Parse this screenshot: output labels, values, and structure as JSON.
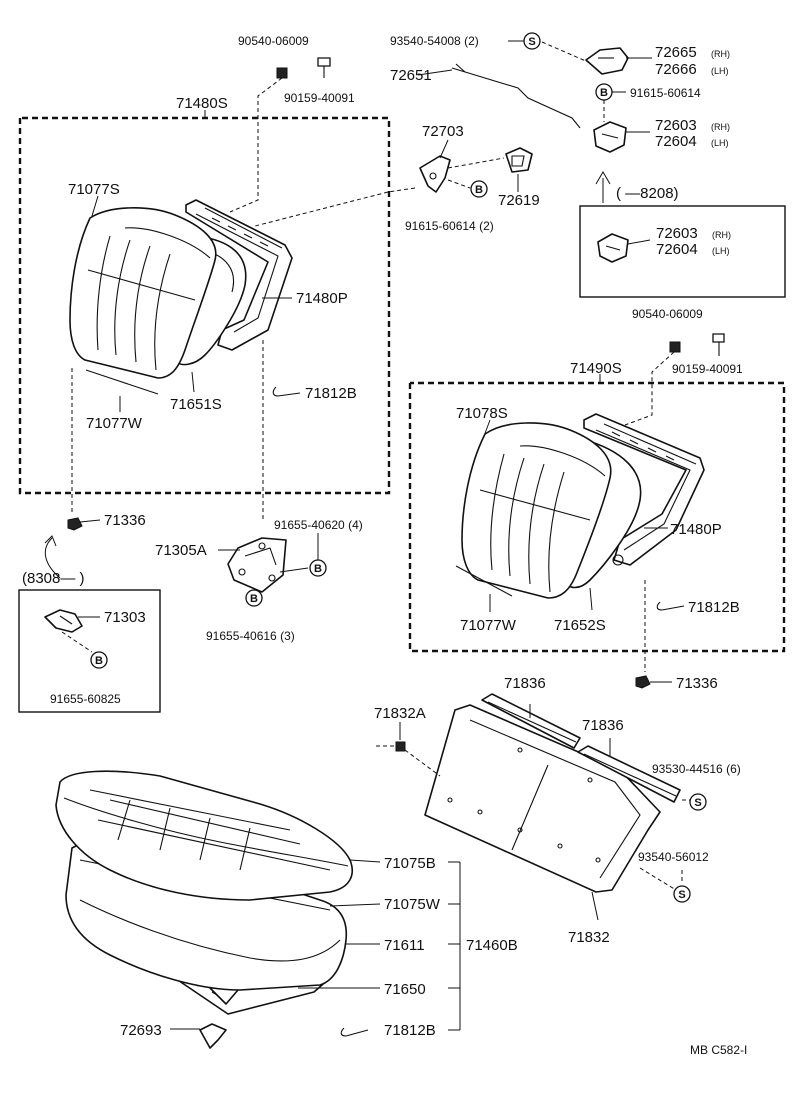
{
  "labels": {
    "p90540_06009_top": "90540-06009",
    "p90159_40091_top": "90159-40091",
    "p71480S": "71480S",
    "p71077S": "71077S",
    "p71480P_top": "71480P",
    "p71651S": "71651S",
    "p71077W_top": "71077W",
    "p71812B_top": "71812B",
    "p71336_left": "71336",
    "p71305A": "71305A",
    "p91655_40620": "91655-40620 (4)",
    "p91655_40616": "91655-40616 (3)",
    "range_left": "(8308—      )",
    "p71303": "71303",
    "p91655_60825": "91655-60825",
    "p93540_54008": "93540-54008 (2)",
    "p72665": "72665",
    "p72666": "72666",
    "p72651": "72651",
    "p91615_60614_top": "91615-60614",
    "p72703": "72703",
    "p72603": "72603",
    "p72604": "72604",
    "p72619": "72619",
    "p91615_60614_2": "91615-60614 (2)",
    "range_right": "(      —8208)",
    "p72603_box": "72603",
    "p72604_box": "72604",
    "p90540_06009_mid": "90540-06009",
    "p90159_40091_mid": "90159-40091",
    "p71490S": "71490S",
    "p71078S": "71078S",
    "p71480P_mid": "71480P",
    "p71812B_mid": "71812B",
    "p71077W_mid": "71077W",
    "p71652S": "71652S",
    "p71336_mid": "71336",
    "p71836_a": "71836",
    "p71832A": "71832A",
    "p71836_b": "71836",
    "p93530_44516": "93530-44516 (6)",
    "p93540_56012": "93540-56012",
    "p71832": "71832",
    "p71075B": "71075B",
    "p71075W": "71075W",
    "p71611": "71611",
    "p71460B": "71460B",
    "p71650": "71650",
    "p72693": "72693",
    "p71812B_bot": "71812B",
    "diagram_code": "MB  C582-I",
    "rh": "(RH)",
    "lh": "(LH)",
    "s_mark": "S",
    "b_mark": "B"
  },
  "colors": {
    "ink": "#111111",
    "paper": "#ffffff"
  }
}
